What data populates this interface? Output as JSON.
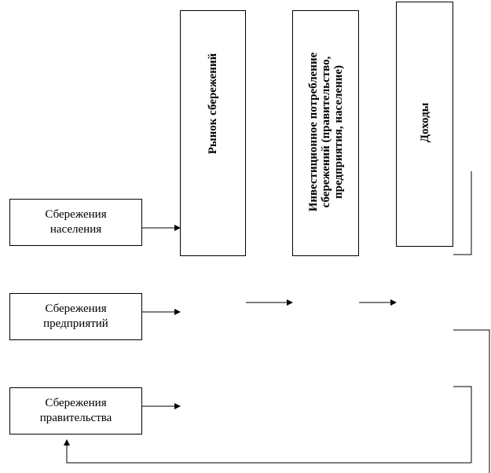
{
  "sources": {
    "population": "Сбережения\nнаселения",
    "enterprises": "Сбережения\nпредприятий",
    "government": "Сбережения\nправительства"
  },
  "stages": {
    "savings_market": "Рынок сбережений",
    "investment": "Инвестиционное потребление\nсбережений (правительство,\nпредприятия, население)",
    "income": "Доходы"
  }
}
